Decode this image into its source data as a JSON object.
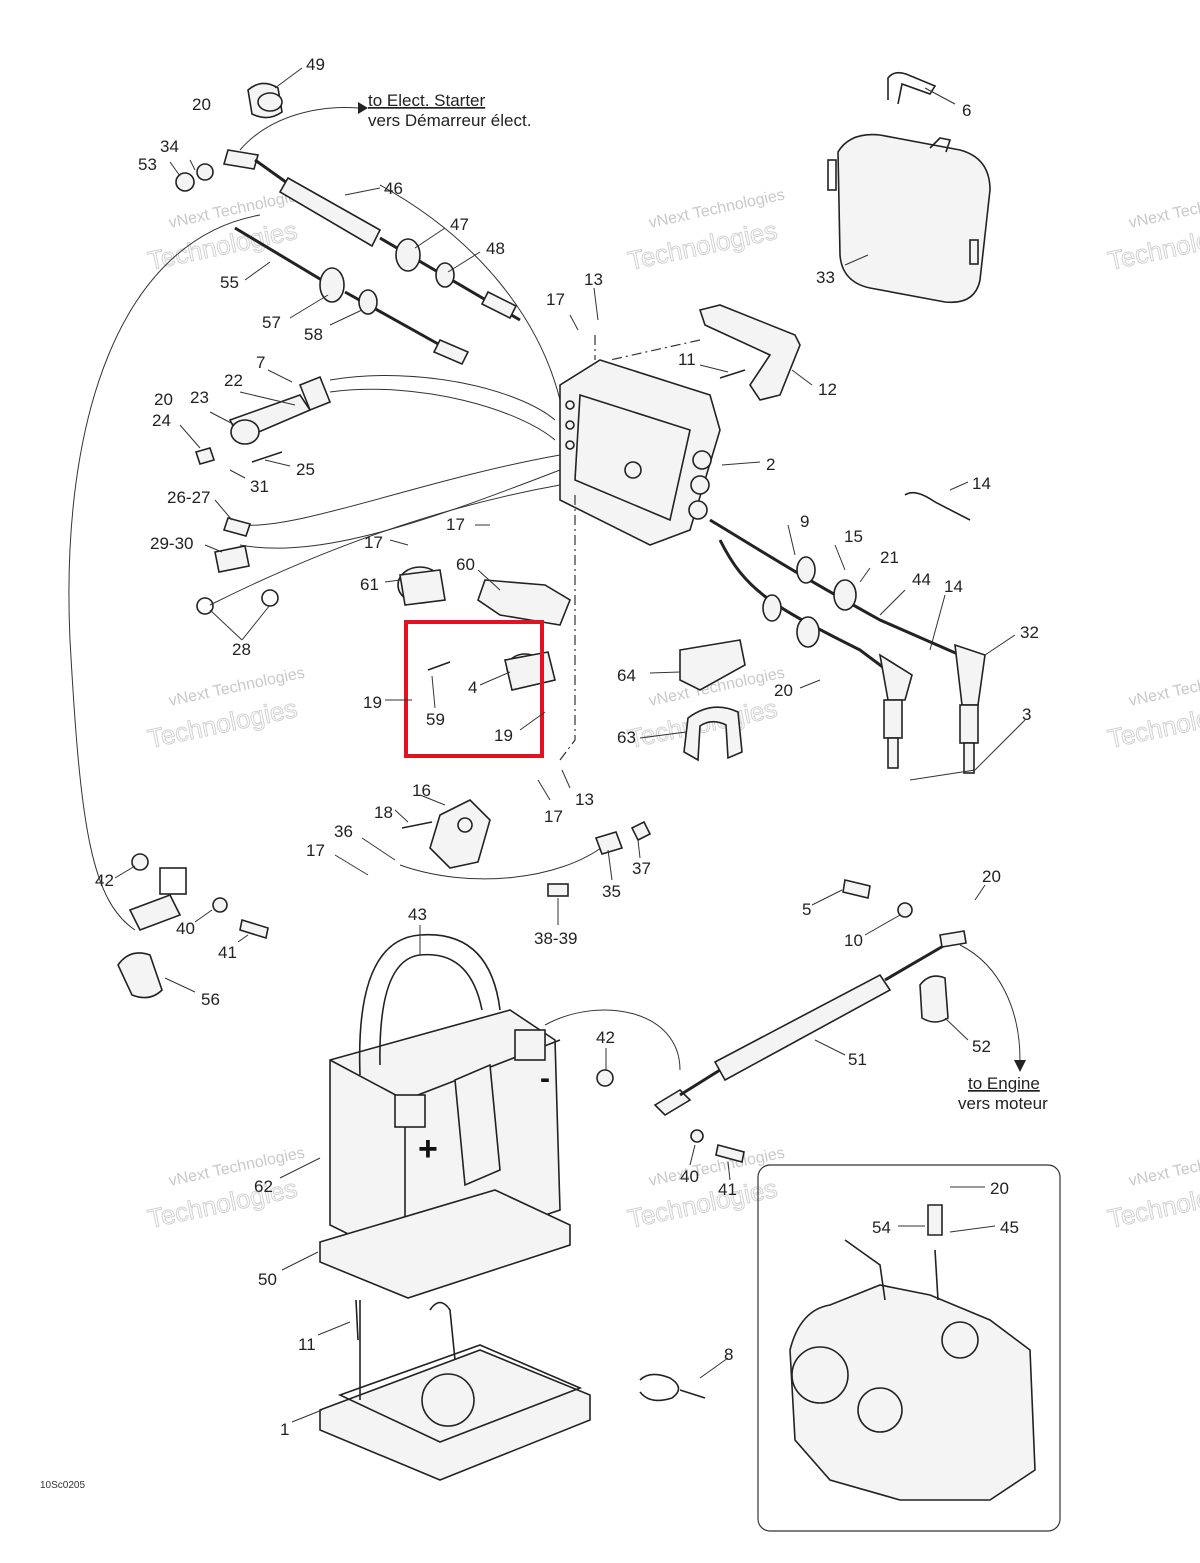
{
  "routing": {
    "starter_en": "to Elect. Starter",
    "starter_fr": "vers Démarreur élect.",
    "engine_en": "to Engine",
    "engine_fr": "vers moteur"
  },
  "drawing_code": "10Sc0205",
  "watermark": {
    "line1": "vNext Technologies",
    "line2": "Technologies"
  },
  "highlight_color": "#e0141e",
  "callouts": [
    {
      "id": "c49",
      "text": "49"
    },
    {
      "id": "c20a",
      "text": "20"
    },
    {
      "id": "c6",
      "text": "6"
    },
    {
      "id": "c34",
      "text": "34"
    },
    {
      "id": "c53",
      "text": "53"
    },
    {
      "id": "c46",
      "text": "46"
    },
    {
      "id": "c47",
      "text": "47"
    },
    {
      "id": "c48",
      "text": "48"
    },
    {
      "id": "c55",
      "text": "55"
    },
    {
      "id": "c57",
      "text": "57"
    },
    {
      "id": "c58",
      "text": "58"
    },
    {
      "id": "c33",
      "text": "33"
    },
    {
      "id": "c17a",
      "text": "17"
    },
    {
      "id": "c13a",
      "text": "13"
    },
    {
      "id": "c11a",
      "text": "11"
    },
    {
      "id": "c12",
      "text": "12"
    },
    {
      "id": "c7",
      "text": "7"
    },
    {
      "id": "c22",
      "text": "22"
    },
    {
      "id": "c20b",
      "text": "20"
    },
    {
      "id": "c23",
      "text": "23"
    },
    {
      "id": "c24",
      "text": "24"
    },
    {
      "id": "c25",
      "text": "25"
    },
    {
      "id": "c31",
      "text": "31"
    },
    {
      "id": "c2",
      "text": "2"
    },
    {
      "id": "c14a",
      "text": "14"
    },
    {
      "id": "c26",
      "text": "26-27"
    },
    {
      "id": "c17b",
      "text": "17"
    },
    {
      "id": "c17c",
      "text": "17"
    },
    {
      "id": "c9",
      "text": "9"
    },
    {
      "id": "c15",
      "text": "15"
    },
    {
      "id": "c21",
      "text": "21"
    },
    {
      "id": "c29",
      "text": "29-30"
    },
    {
      "id": "c60",
      "text": "60"
    },
    {
      "id": "c61",
      "text": "61"
    },
    {
      "id": "c44",
      "text": "44"
    },
    {
      "id": "c14b",
      "text": "14"
    },
    {
      "id": "c32",
      "text": "32"
    },
    {
      "id": "c28",
      "text": "28"
    },
    {
      "id": "c64",
      "text": "64"
    },
    {
      "id": "c4",
      "text": "4"
    },
    {
      "id": "c20c",
      "text": "20"
    },
    {
      "id": "c19a",
      "text": "19"
    },
    {
      "id": "c59",
      "text": "59"
    },
    {
      "id": "c3",
      "text": "3"
    },
    {
      "id": "c19b",
      "text": "19"
    },
    {
      "id": "c63",
      "text": "63"
    },
    {
      "id": "c16",
      "text": "16"
    },
    {
      "id": "c13b",
      "text": "13"
    },
    {
      "id": "c18",
      "text": "18"
    },
    {
      "id": "c17d",
      "text": "17"
    },
    {
      "id": "c36",
      "text": "36"
    },
    {
      "id": "c17e",
      "text": "17"
    },
    {
      "id": "c37",
      "text": "37"
    },
    {
      "id": "c35",
      "text": "35"
    },
    {
      "id": "c42a",
      "text": "42"
    },
    {
      "id": "c20d",
      "text": "20"
    },
    {
      "id": "c5",
      "text": "5"
    },
    {
      "id": "c10",
      "text": "10"
    },
    {
      "id": "c40a",
      "text": "40"
    },
    {
      "id": "c38",
      "text": "38-39"
    },
    {
      "id": "c41a",
      "text": "41"
    },
    {
      "id": "c43",
      "text": "43"
    },
    {
      "id": "c56",
      "text": "56"
    },
    {
      "id": "c42b",
      "text": "42"
    },
    {
      "id": "c51",
      "text": "51"
    },
    {
      "id": "c52",
      "text": "52"
    },
    {
      "id": "c62",
      "text": "62"
    },
    {
      "id": "c40b",
      "text": "40"
    },
    {
      "id": "c41b",
      "text": "41"
    },
    {
      "id": "c20e",
      "text": "20"
    },
    {
      "id": "c54",
      "text": "54"
    },
    {
      "id": "c45",
      "text": "45"
    },
    {
      "id": "c50",
      "text": "50"
    },
    {
      "id": "c11b",
      "text": "11"
    },
    {
      "id": "c8",
      "text": "8"
    },
    {
      "id": "c1",
      "text": "1"
    }
  ],
  "battery_marks": {
    "plus": "+",
    "minus": "-"
  }
}
